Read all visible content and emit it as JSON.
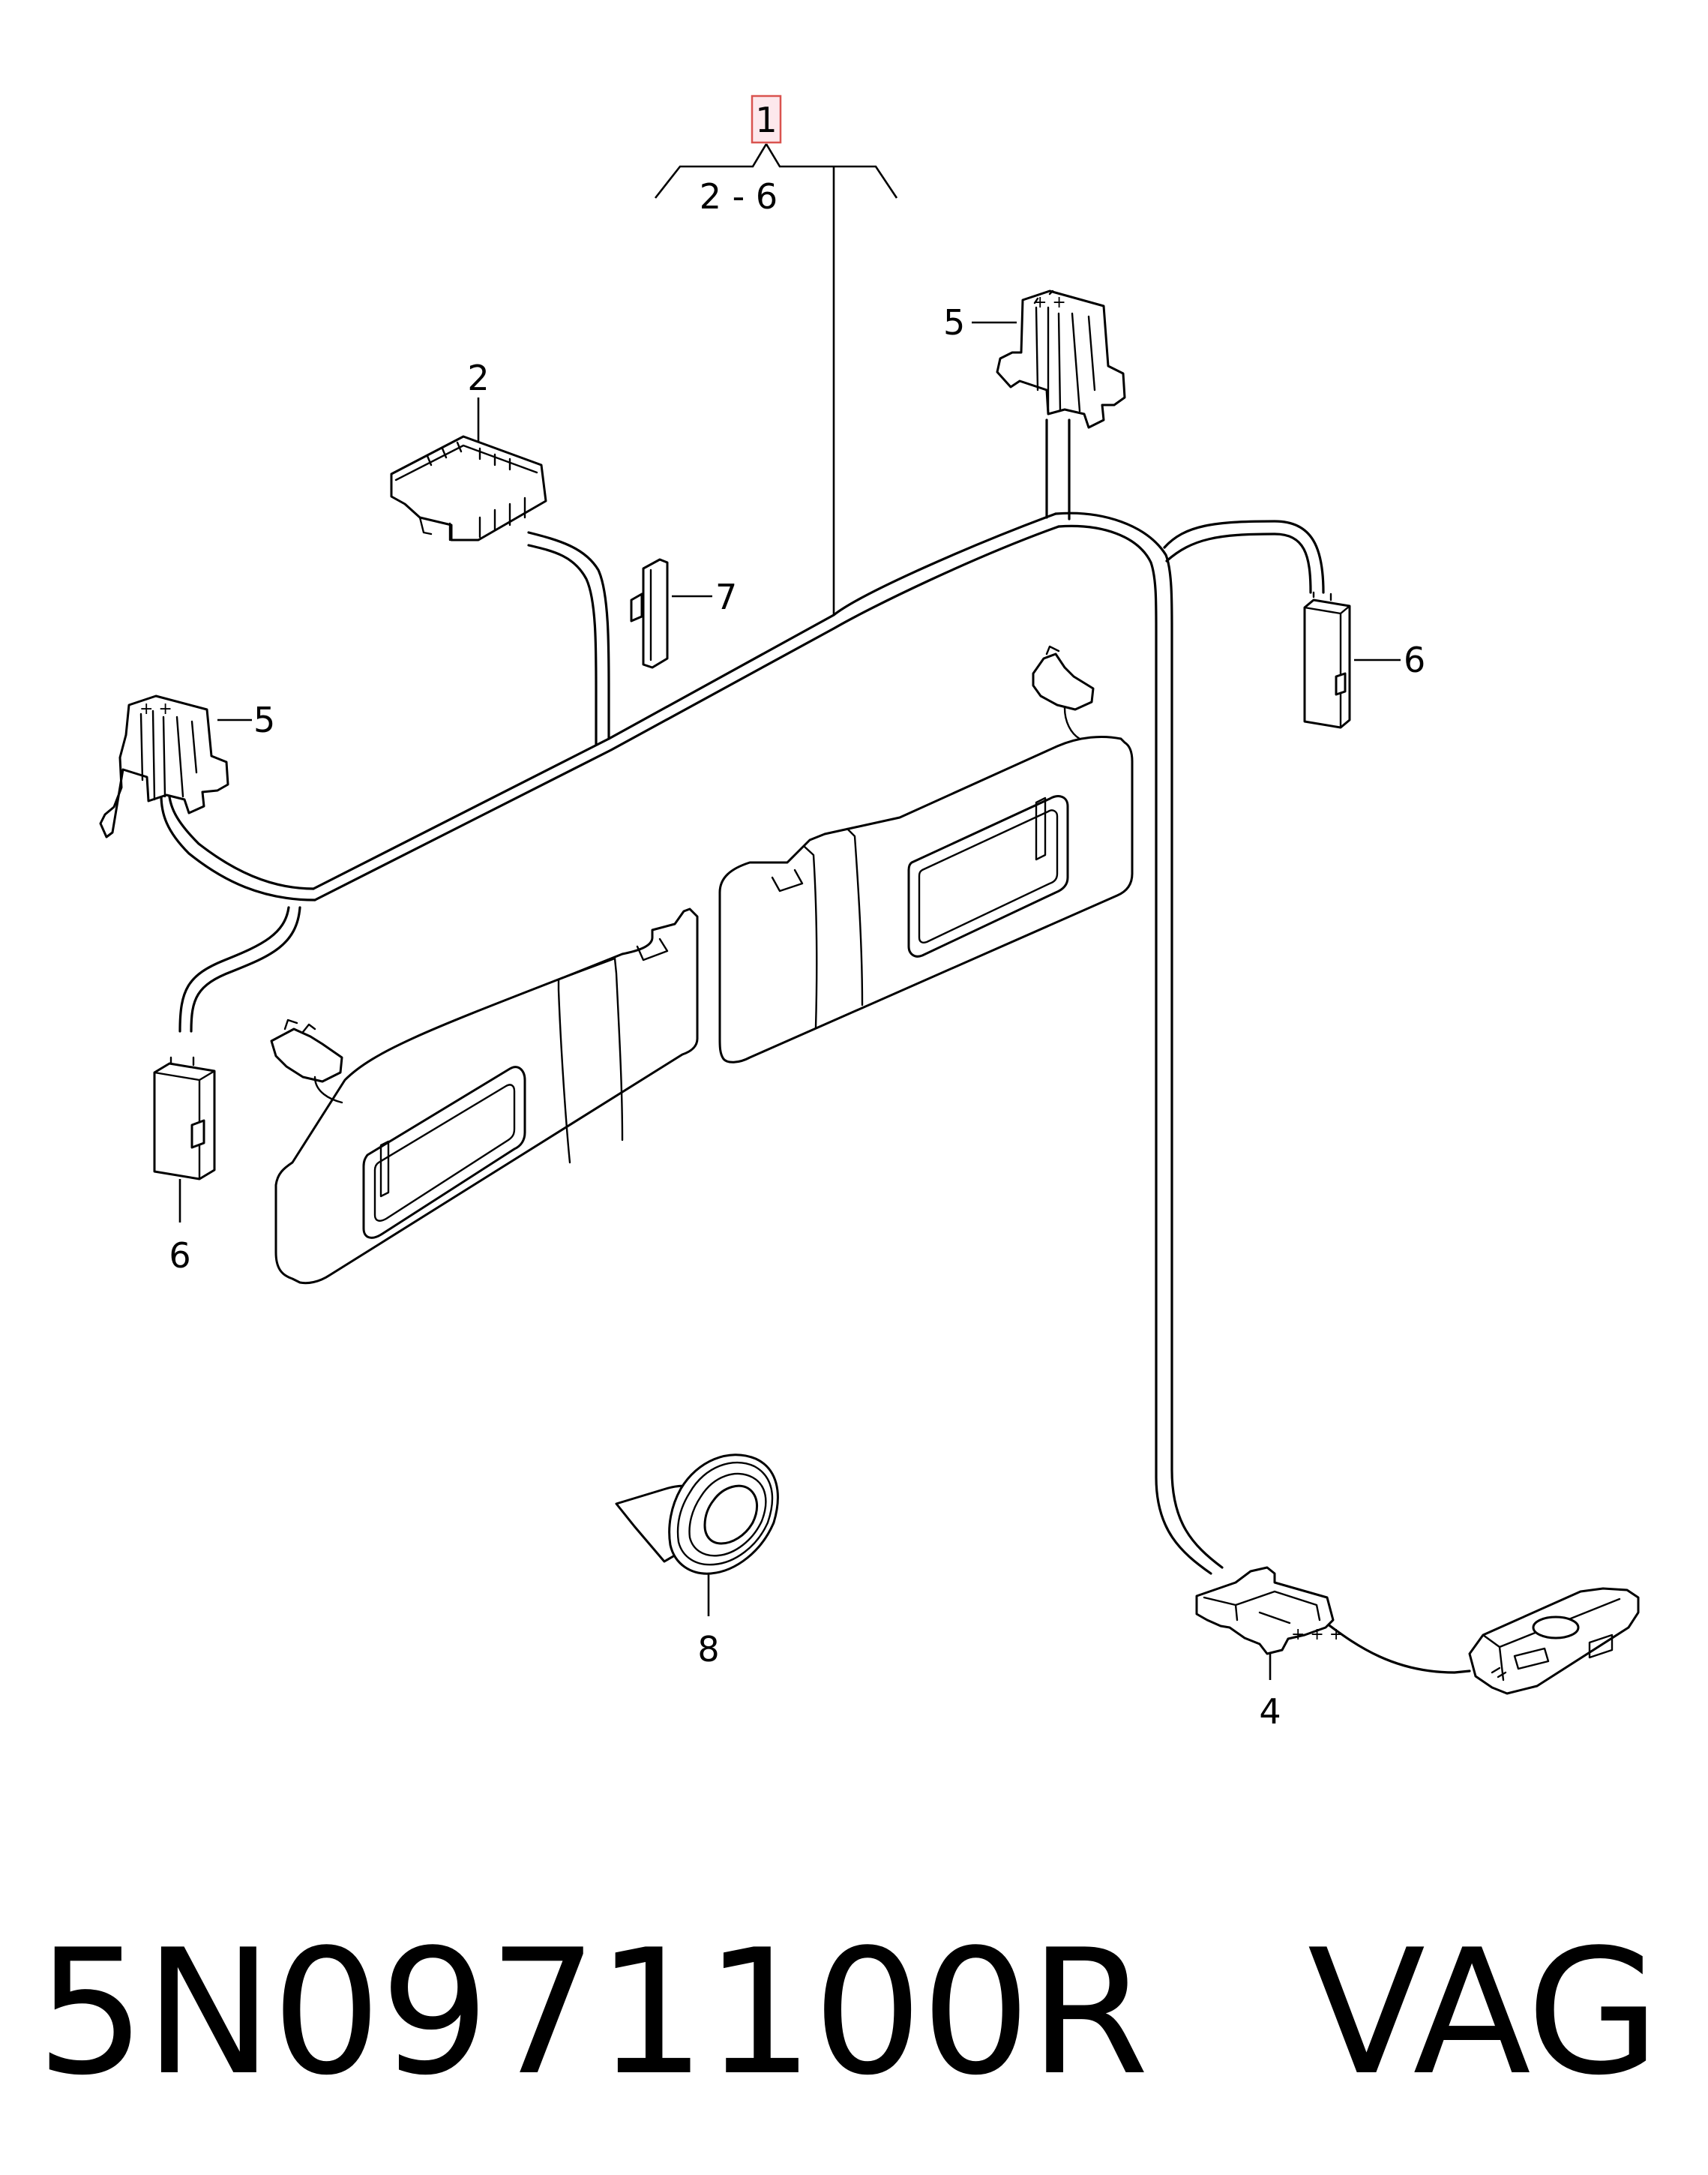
{
  "callouts": {
    "main": "1",
    "range": "2 - 6",
    "connector_top": "2",
    "clip_top_right": "5",
    "clip_left": "5",
    "plug_right": "6",
    "plug_left": "6",
    "clip_small": "7",
    "tape": "8",
    "holder": "4"
  },
  "footer": {
    "part_number": "5N0971100R   VAG"
  },
  "colors": {
    "main_callout_box_fill": "#fde8ec",
    "main_callout_box_stroke": "#d9534f",
    "line": "#000000"
  }
}
